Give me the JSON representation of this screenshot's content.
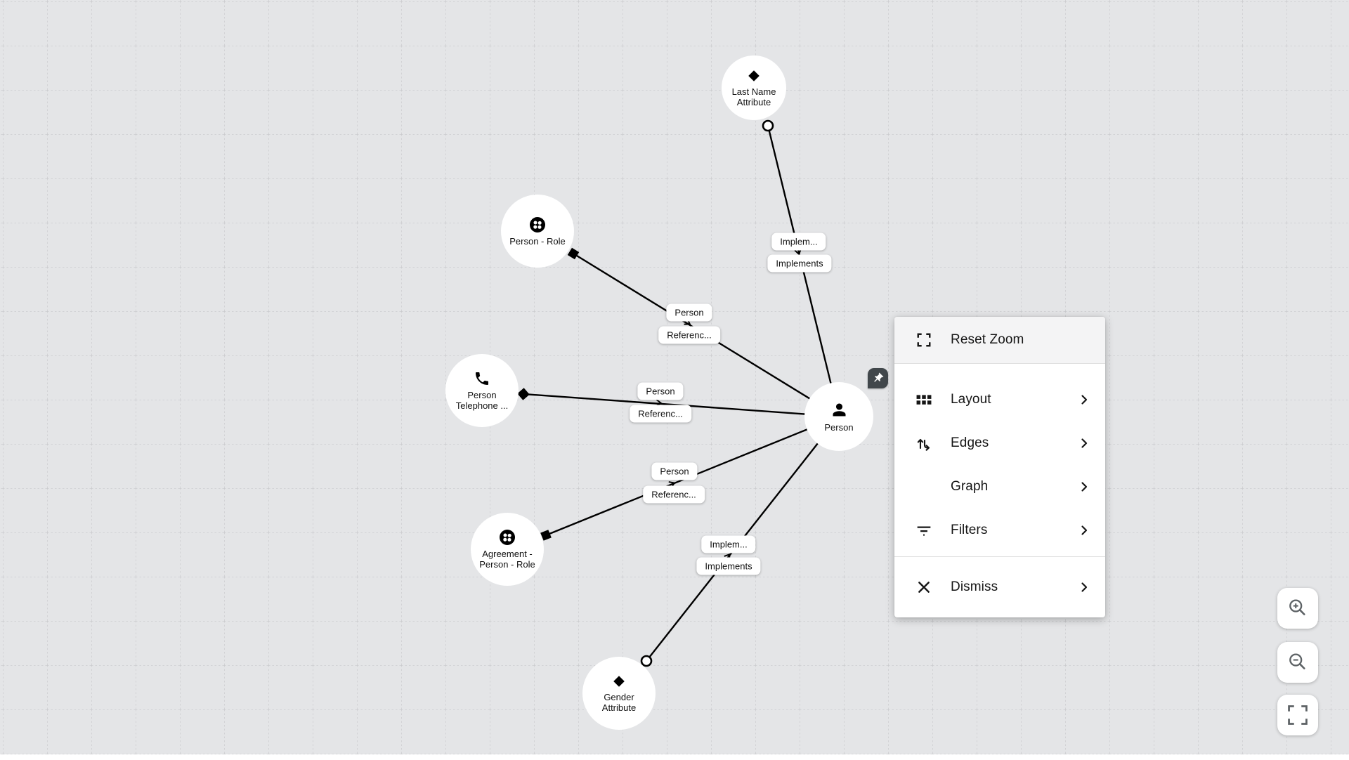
{
  "canvas": {
    "background_color": "#e4e5e7",
    "grid_color": "#c7c8cb",
    "edge_color": "#000000"
  },
  "graph": {
    "nodes": [
      {
        "label": "Last Name Attribute",
        "icon": "diamond-icon"
      },
      {
        "label": "Person - Role",
        "icon": "cluster-icon"
      },
      {
        "label": "Person Telephone ...",
        "icon": "phone-icon"
      },
      {
        "label": "Agreement - Person - Role",
        "icon": "cluster-icon"
      },
      {
        "label": "Gender Attribute",
        "icon": "diamond-icon"
      },
      {
        "label": "Person",
        "icon": "person-icon",
        "pinned": true
      }
    ],
    "edge_labels": [
      "Implem...",
      "Implements",
      "Person",
      "Referenc...",
      "Person",
      "Referenc...",
      "Person",
      "Referenc...",
      "Implem...",
      "Implements"
    ]
  },
  "context_menu": {
    "items": [
      {
        "label": "Reset Zoom",
        "icon": "reset-zoom-icon",
        "has_submenu": false
      },
      {
        "label": "Layout",
        "icon": "layout-grid-icon",
        "has_submenu": true
      },
      {
        "label": "Edges",
        "icon": "edges-arrows-icon",
        "has_submenu": true
      },
      {
        "label": "Graph",
        "icon": "",
        "has_submenu": true
      },
      {
        "label": "Filters",
        "icon": "filter-icon",
        "has_submenu": true
      },
      {
        "label": "Dismiss",
        "icon": "close-icon",
        "has_submenu": true
      }
    ]
  },
  "zoom_controls": {
    "buttons": [
      {
        "name": "zoom-in"
      },
      {
        "name": "zoom-out"
      },
      {
        "name": "fullscreen"
      }
    ]
  }
}
